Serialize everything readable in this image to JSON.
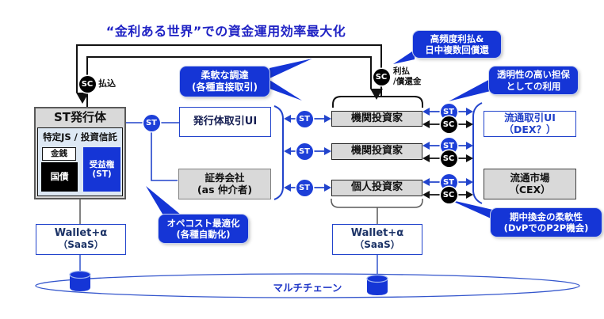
{
  "title": "“金利ある世界”での資金運用効率最大化",
  "badges": {
    "st": "ST",
    "sc": "SC"
  },
  "flows": {
    "payment_label": "払込",
    "interest_line1": "利払",
    "interest_line2": "/償還金"
  },
  "issuer": {
    "title": "ST発行体",
    "trust_label": "特定JS / 投資信託",
    "cash": "金銭",
    "jgb": "国債",
    "beneficiary_line1": "受益権",
    "beneficiary_line2": "(ST)"
  },
  "middle": {
    "issuer_ui": "発行体取引UI",
    "broker_line1": "証券会社",
    "broker_line2": "(as 仲介者)"
  },
  "investors": [
    {
      "label": "機関投資家"
    },
    {
      "label": "機関投資家"
    },
    {
      "label": "個人投資家"
    }
  ],
  "secondary": {
    "dex_line1": "流通取引UI",
    "dex_line2": "（DEX？）",
    "cex_line1": "流通市場",
    "cex_line2": "（CEX）"
  },
  "callouts": {
    "flexible_line1": "柔軟な調達",
    "flexible_line2": "(各種直接取引)",
    "highfreq_line1": "高頻度利払&",
    "highfreq_line2": "日中複数回償還",
    "collateral_line1": "透明性の高い担保",
    "collateral_line2": "としての利用",
    "opcost_line1": "オペコスト最適化",
    "opcost_line2": "(各種自動化)",
    "liquidity_line1": "期中換金の柔軟性",
    "liquidity_line2": "(DvPでのP2P機会)"
  },
  "wallet_left": {
    "line1": "Wallet+α",
    "line2": "（SaaS）"
  },
  "wallet_center": {
    "line1": "Wallet+α",
    "line2": "（SaaS）"
  },
  "multichain_label": "マルチチェーン",
  "colors": {
    "accent_blue": "#1535d6",
    "line_blue": "#2244cc",
    "title_blue": "#1f22c4",
    "box_gray": "#d9d9d9",
    "black": "#000000"
  }
}
